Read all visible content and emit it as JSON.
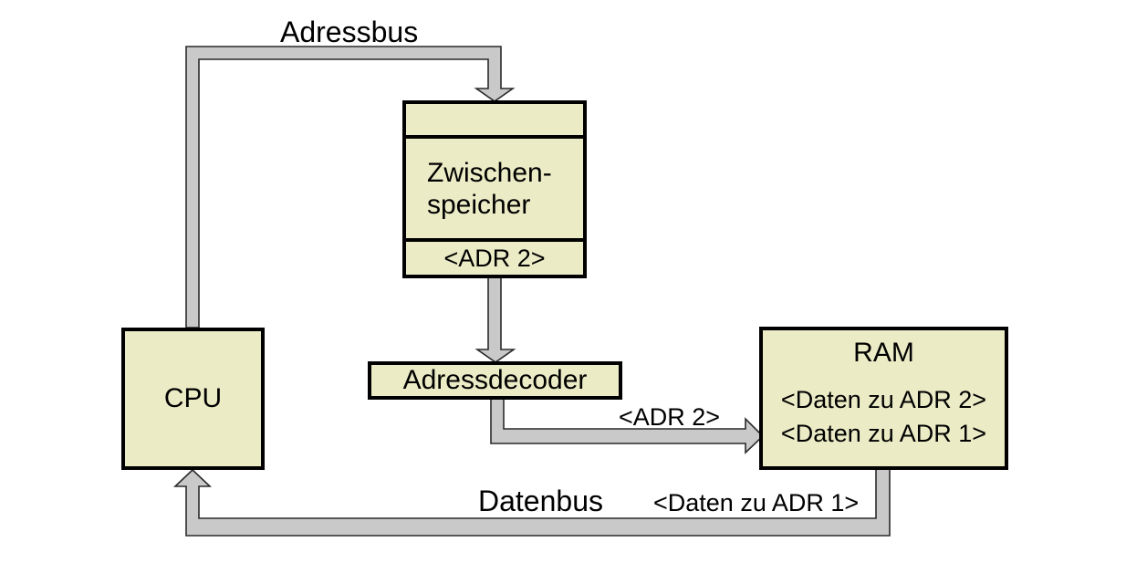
{
  "diagram": {
    "colors": {
      "background": "#ffffff",
      "box_fill": "#ebebc6",
      "box_border": "#000000",
      "bus_fill": "#c9c9c9",
      "bus_outline": "#2a2a2a",
      "text": "#000000"
    },
    "bus_labels": {
      "adressbus": "Adressbus",
      "datenbus": "Datenbus",
      "adr2": "<ADR 2>",
      "daten_zu_adr1": "<Daten zu ADR 1>"
    },
    "boxes": {
      "zwischenspeicher": {
        "name_line1": "Zwischen-",
        "name_line2": "speicher",
        "slot": "<ADR 2>"
      },
      "cpu": {
        "name": "CPU"
      },
      "adressdecoder": {
        "name": "Adressdecoder"
      },
      "ram": {
        "name": "RAM",
        "entries": [
          "<Daten zu ADR 2>",
          "<Daten zu ADR 1>"
        ]
      }
    }
  }
}
